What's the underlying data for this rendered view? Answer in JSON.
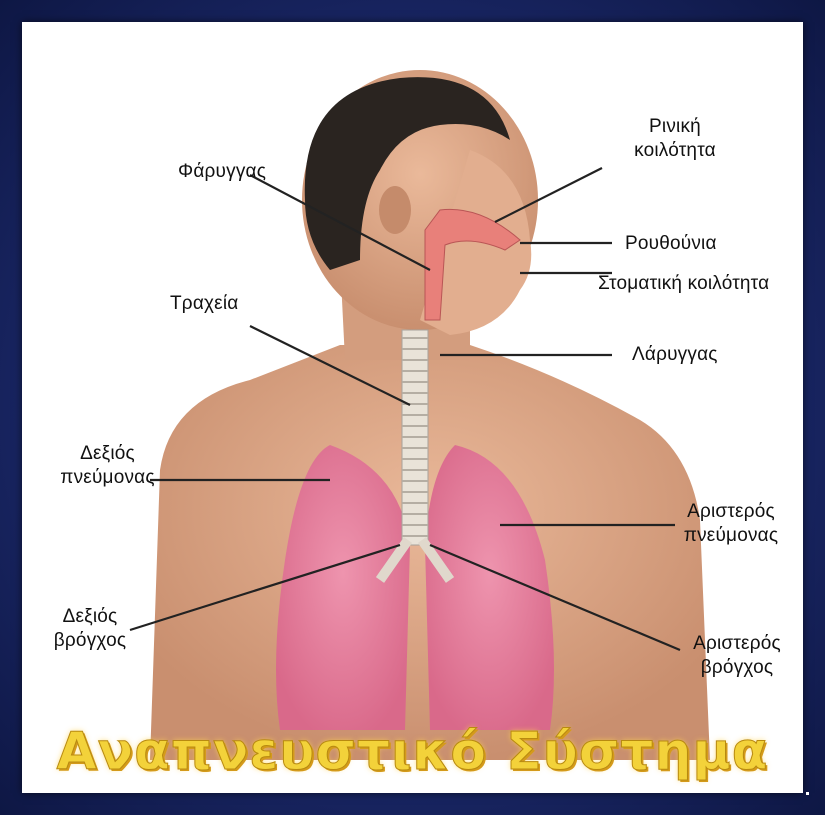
{
  "title": "Αναπνευστικό Σύστημα",
  "labels": {
    "pharynx": "Φάρυγγας",
    "nasal_cavity_1": "Ρινική",
    "nasal_cavity_2": "κοιλότητα",
    "nostrils": "Ρουθούνια",
    "oral_cavity": "Στοματική κοιλότητα",
    "trachea": "Τραχεία",
    "larynx": "Λάρυγγας",
    "right_lung_1": "Δεξιός",
    "right_lung_2": "πνεύμονας",
    "left_lung_1": "Αριστερός",
    "left_lung_2": "πνεύμονας",
    "right_bronchus_1": "Δεξιός",
    "right_bronchus_2": "βρόγχος",
    "left_bronchus_1": "Αριστερός",
    "left_bronchus_2": "βρόγχος"
  },
  "colors": {
    "frame": "#1a2766",
    "skin": "#dba98a",
    "lung": "#e47d9c",
    "airway": "#e8807a",
    "title": "#f3d23a"
  }
}
